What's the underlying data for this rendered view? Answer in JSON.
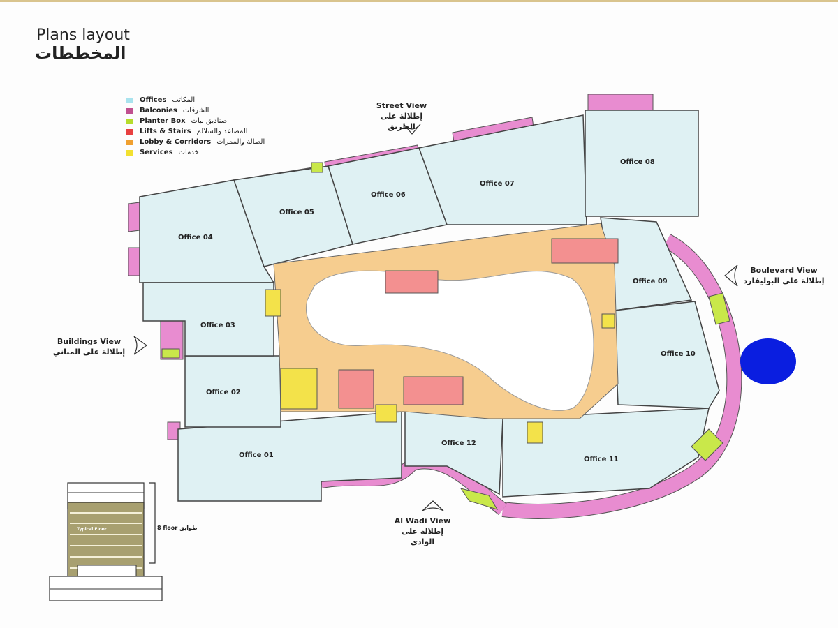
{
  "header": {
    "title": "Plans layout",
    "title_ar": "المخططات"
  },
  "legend": [
    {
      "label": "Offices",
      "label_ar": "المكاتب",
      "color": "#a9e3ee"
    },
    {
      "label": "Balconies",
      "label_ar": "الشرفات",
      "color": "#c0508f"
    },
    {
      "label": "Planter Box",
      "label_ar": "صناديق نبات",
      "color": "#b6dc2c"
    },
    {
      "label": "Lifts & Stairs",
      "label_ar": "المصاعد والسلالم",
      "color": "#e84040"
    },
    {
      "label": "Lobby & Corridors",
      "label_ar": "الصالة والممرات",
      "color": "#f0a030"
    },
    {
      "label": "Services",
      "label_ar": "خدمات",
      "color": "#f2e030"
    }
  ],
  "views": {
    "street": {
      "label": "Street View",
      "label_ar": "إطلالة على الطريق"
    },
    "boulevard": {
      "label": "Boulevard View",
      "label_ar": "إطلالة على البوليفارد"
    },
    "buildings": {
      "label": "Buildings View",
      "label_ar": "إطلالة على المباني"
    },
    "wadi": {
      "label": "Al Wadi View",
      "label_ar": "إطلالة على الوادي"
    }
  },
  "offices": {
    "o01": "Office 01",
    "o02": "Office 02",
    "o03": "Office 03",
    "o04": "Office 04",
    "o05": "Office 05",
    "o06": "Office 06",
    "o07": "Office 07",
    "o08": "Office 08",
    "o09": "Office 09",
    "o10": "Office 10",
    "o11": "Office 11",
    "o12": "Office 12"
  },
  "building_icon": {
    "typical_floor": "Typical Floor",
    "floors_label": "8 floor طوابق"
  },
  "colors": {
    "office": "#dff1f3",
    "balcony": "#e88cd0",
    "lobby": "#f6cd8f",
    "lift": "#f39090",
    "planter": "#c9e84a",
    "service": "#f3e24a",
    "marker": "#0a1ee0"
  }
}
